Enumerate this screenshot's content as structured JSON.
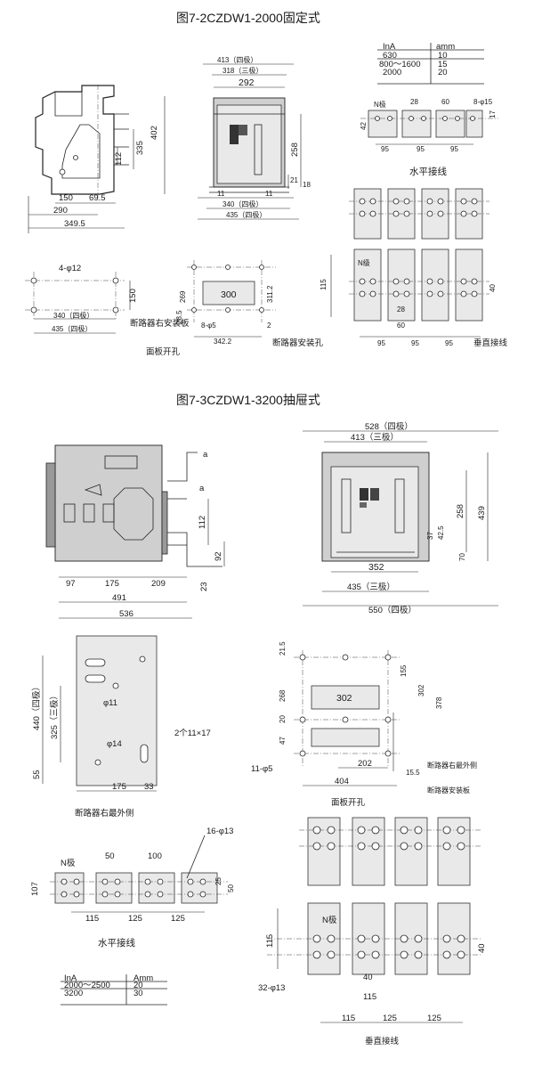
{
  "titles": {
    "fixed": "图7-2CZDW1-2000固定式",
    "drawout": "图7-3CZDW1-3200抽屉式"
  },
  "fixed": {
    "table": {
      "headers": [
        "InA",
        "amm"
      ],
      "rows": [
        [
          "630",
          "10"
        ],
        [
          "800～1600",
          "15"
        ],
        [
          "2000",
          "20"
        ]
      ]
    },
    "captions": {
      "horizontal": "水平接线",
      "vertical": "垂直接线",
      "panel_cutout": "面板开孔",
      "mount_holes": "断路器安装孔",
      "right_mount_plate": "断路器右安装板"
    },
    "labels": {
      "n_pole_h": "N极",
      "n_pole_v": "N级",
      "holes_4": "4-φ12",
      "holes_8a": "8-φ15",
      "holes_8b": "8-φ5",
      "four_pole_340": "340（四极）",
      "four_pole_435": "435（四极）",
      "four_pole_413": "413（四极）",
      "three_pole_318": "318（三极）"
    },
    "dims": {
      "d292": "292",
      "d402": "402",
      "d335": "335",
      "d112": "112",
      "d258": "258",
      "d150": "150",
      "d69_5": "69.5",
      "d290": "290",
      "d349_5": "349.5",
      "d11a": "11",
      "d11b": "11",
      "d21": "21",
      "d18": "18",
      "d28": "28",
      "d60": "60",
      "d42": "42",
      "d17": "17",
      "d95": "95",
      "d269": "269",
      "d300": "300",
      "d311_2": "311.2",
      "d28_5": "28.5",
      "d342_2": "342.2",
      "d2": "2",
      "d115": "115",
      "d40": "40",
      "d150b": "150"
    }
  },
  "drawout": {
    "table": {
      "headers": [
        "InA",
        "Amm"
      ],
      "rows": [
        [
          "2000～2500",
          "20"
        ],
        [
          "3200",
          "30"
        ]
      ]
    },
    "captions": {
      "horizontal": "水平接线",
      "vertical": "垂直接线",
      "panel_cutout": "面板开孔",
      "outer_side": "断路器右最外侧",
      "outer_side_2": "断路器右最外侧",
      "mount_plate": "断路器安装板"
    },
    "labels": {
      "a1": "a",
      "a2": "a",
      "n_pole_h": "N极",
      "n_pole_v": "N极",
      "holes_16": "16-φ13",
      "holes_32": "32-φ13",
      "holes_11": "11-φ5",
      "phi11": "φ11",
      "phi14": "φ14",
      "slot": "2个11×17",
      "four_pole_440": "440（四极）",
      "three_pole_325": "325（三极）",
      "four_pole_528": "528（四极）",
      "three_pole_413": "413（三极）",
      "three_pole_435": "435（三极）",
      "four_pole_550": "550（四极）"
    },
    "dims": {
      "d97": "97",
      "d175": "175",
      "d209": "209",
      "d491": "491",
      "d536": "536",
      "d112": "112",
      "d92": "92",
      "d23": "23",
      "d352": "352",
      "d258": "258",
      "d439": "439",
      "d37": "37",
      "d42_5": "42.5",
      "d70": "70",
      "d55": "55",
      "d175b": "175",
      "d33": "33",
      "d21_5": "21.5",
      "d268": "268",
      "d302": "302",
      "d155": "155",
      "d302b": "302",
      "d378": "378",
      "d20": "20",
      "d47": "47",
      "d202": "202",
      "d15_5": "15.5",
      "d404": "404",
      "d50": "50",
      "d100": "100",
      "d107": "107",
      "d25": "25",
      "d50b": "50",
      "d115": "115",
      "d125a": "125",
      "d125b": "125",
      "d115v": "115",
      "d40": "40",
      "d40b": "40",
      "d115c": "115",
      "d115d": "115",
      "d125c": "125",
      "d125d": "125"
    }
  }
}
